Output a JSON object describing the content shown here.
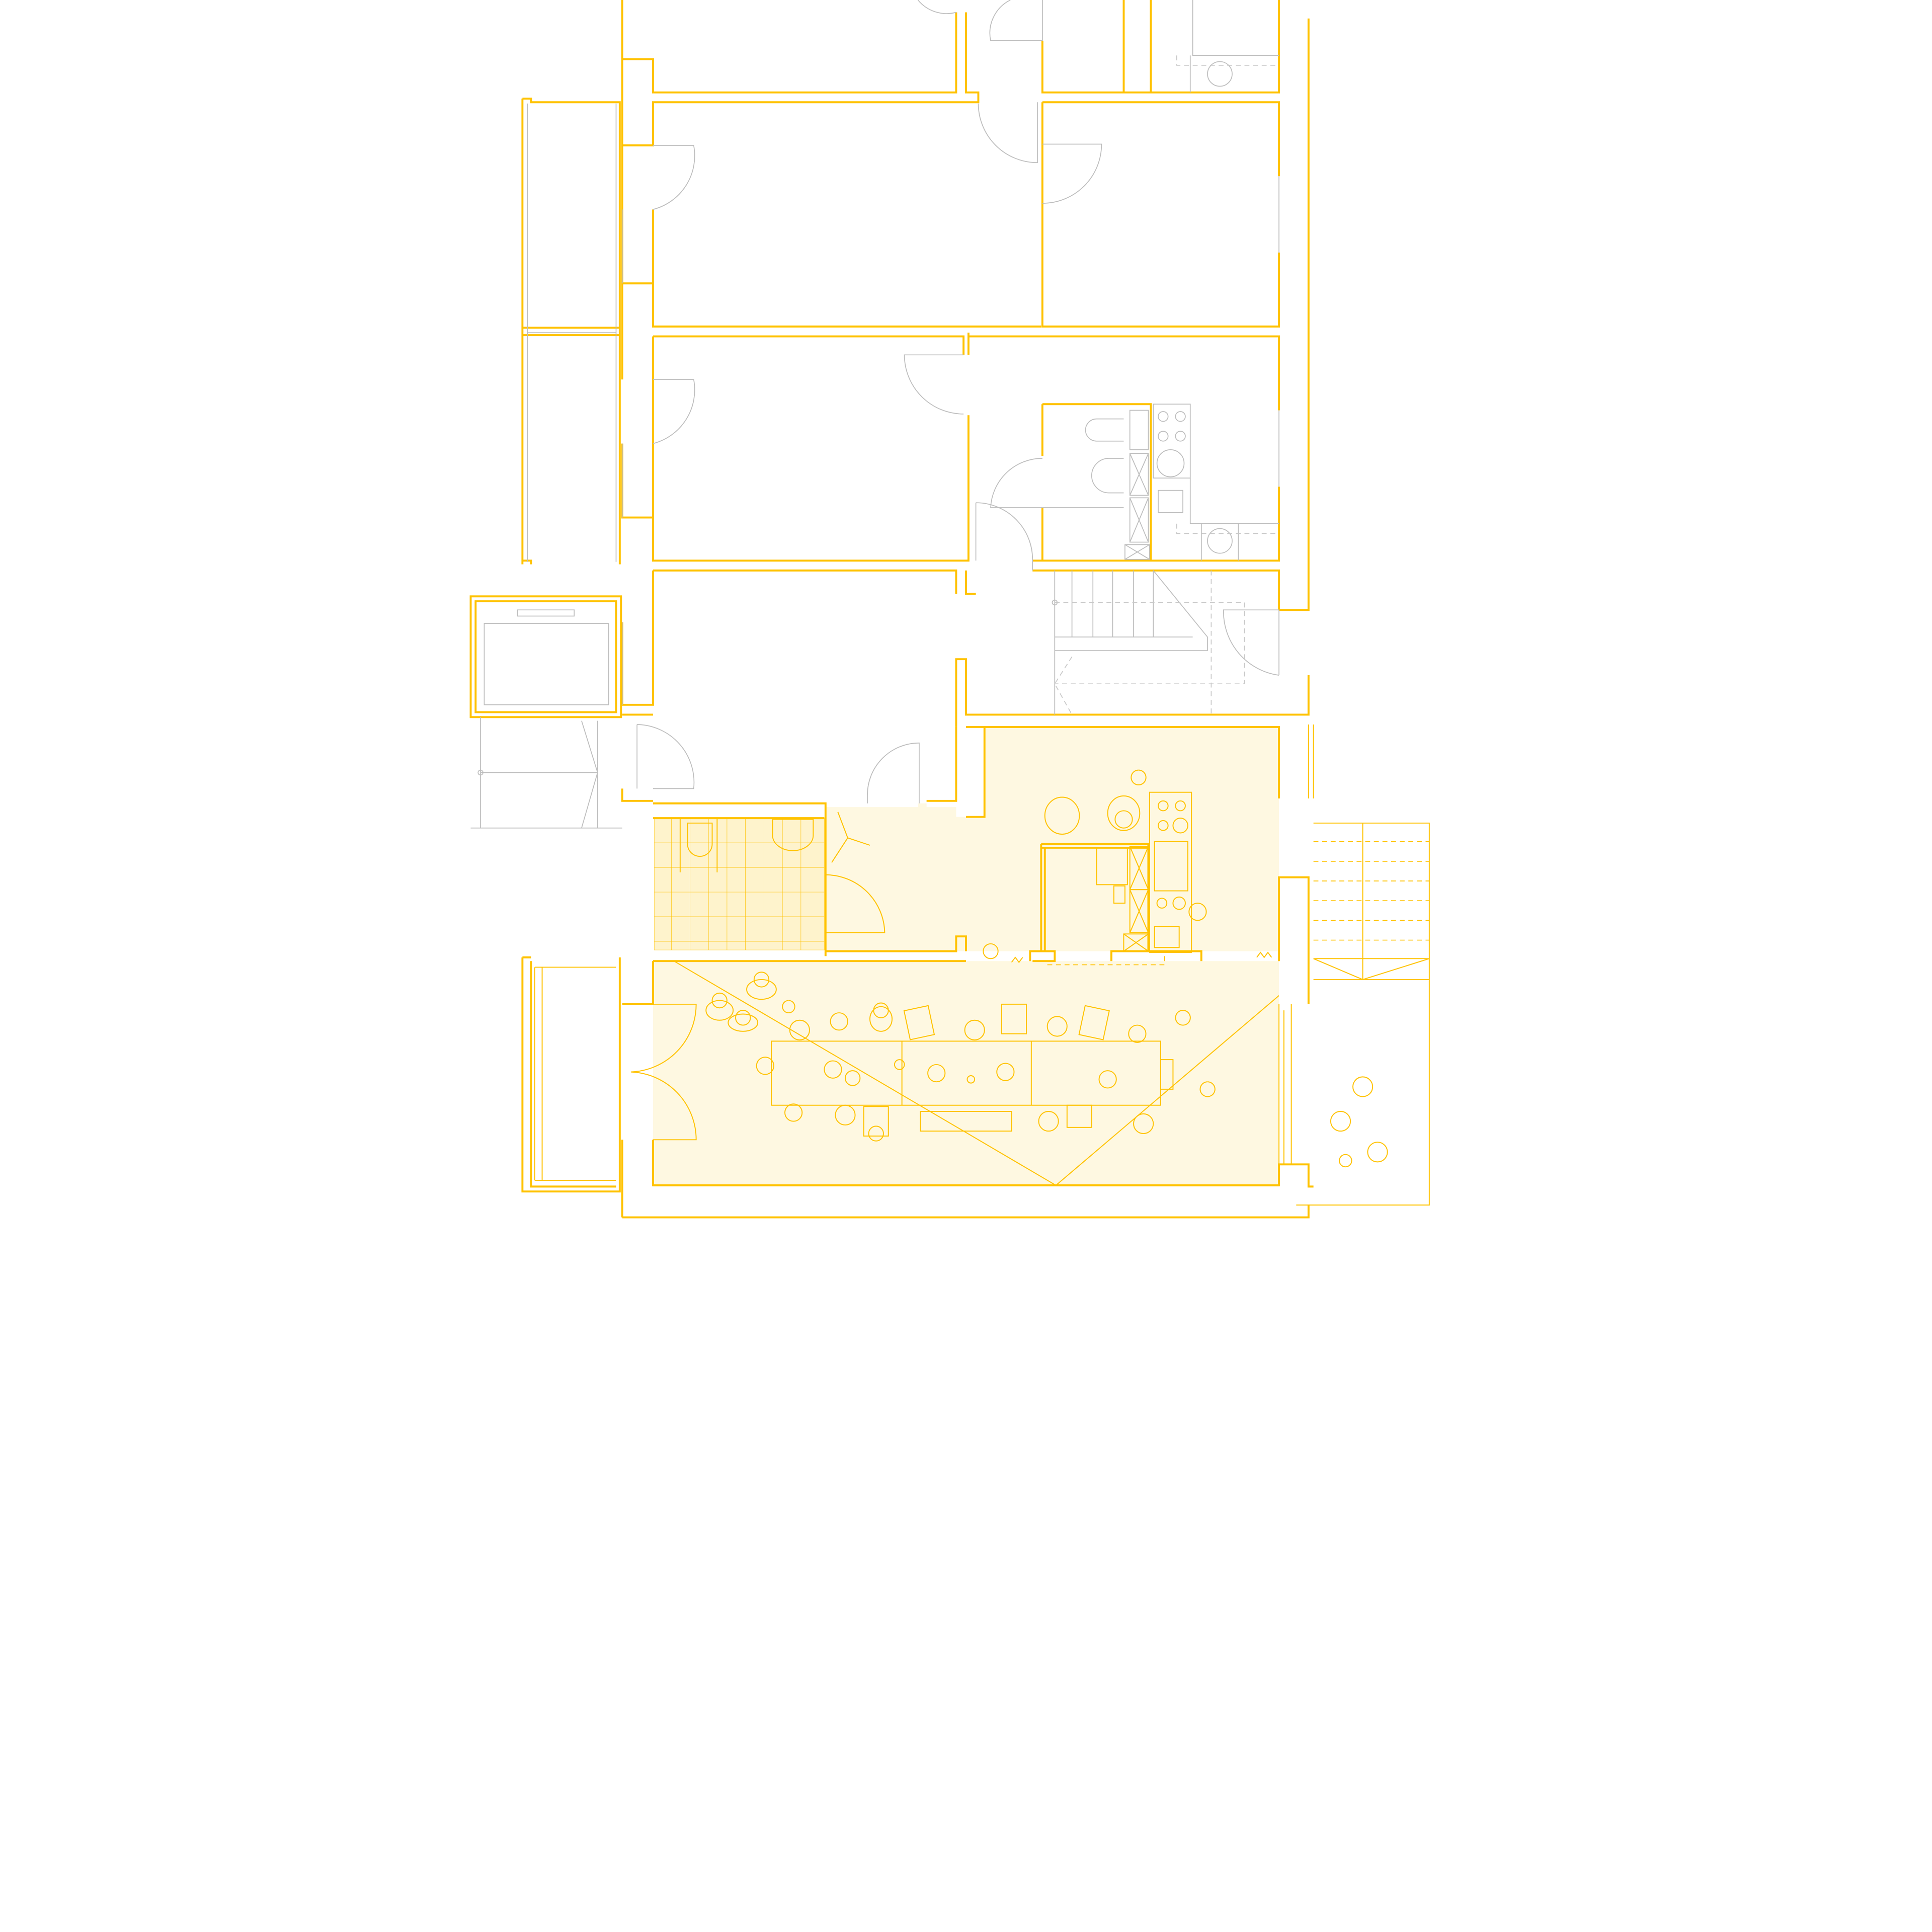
{
  "colors": {
    "wall": "#FFC200",
    "highlight_fill": "#FEF8E1",
    "existing": "#BDBDBD",
    "background": "#FFFFFF"
  },
  "plan": {
    "rooms": [
      "apartment-upper",
      "apartment-middle",
      "stair-core",
      "common-room",
      "bathroom",
      "kitchenette",
      "terrace"
    ],
    "features": [
      "elevator",
      "balconies",
      "dining-table",
      "chairs",
      "people",
      "stairs"
    ]
  }
}
